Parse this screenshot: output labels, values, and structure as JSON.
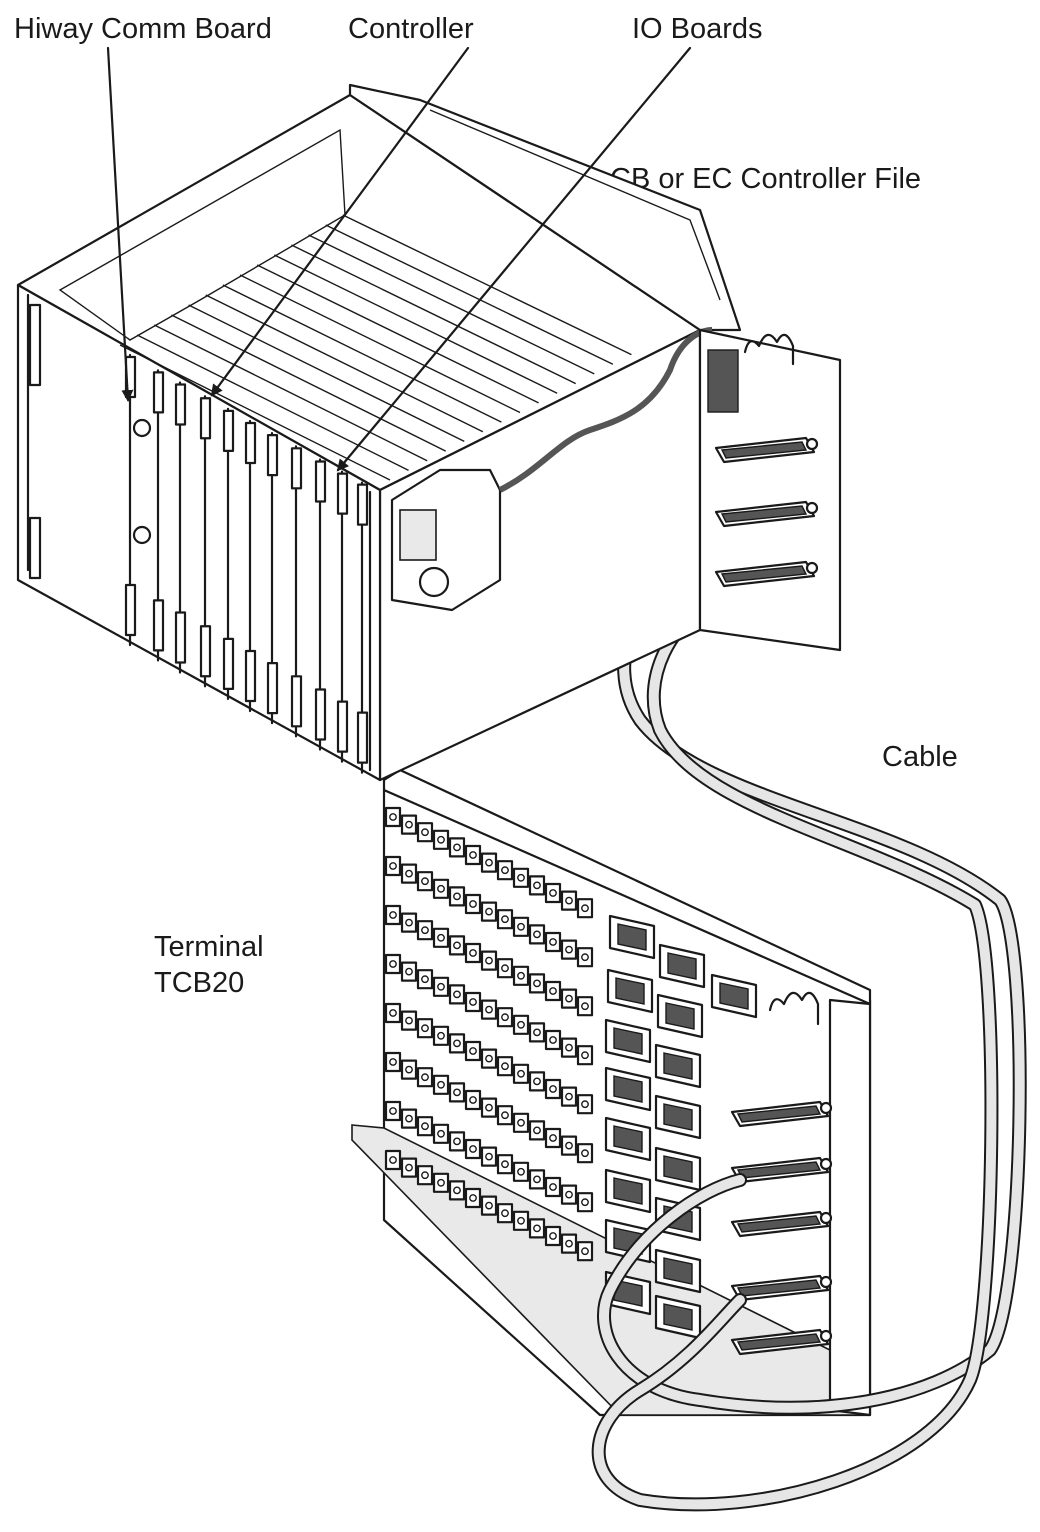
{
  "labels": {
    "hiway_comm_board": "Hiway Comm Board",
    "controller": "Controller",
    "io_boards": "IO Boards",
    "controller_file": "CB or EC Controller File",
    "cable": "Cable",
    "terminal_line1": "Terminal",
    "terminal_line2": "TCB20"
  },
  "colors": {
    "line": "#1a1a1a",
    "background": "#ffffff",
    "cable_fill": "#e6e6e6"
  }
}
